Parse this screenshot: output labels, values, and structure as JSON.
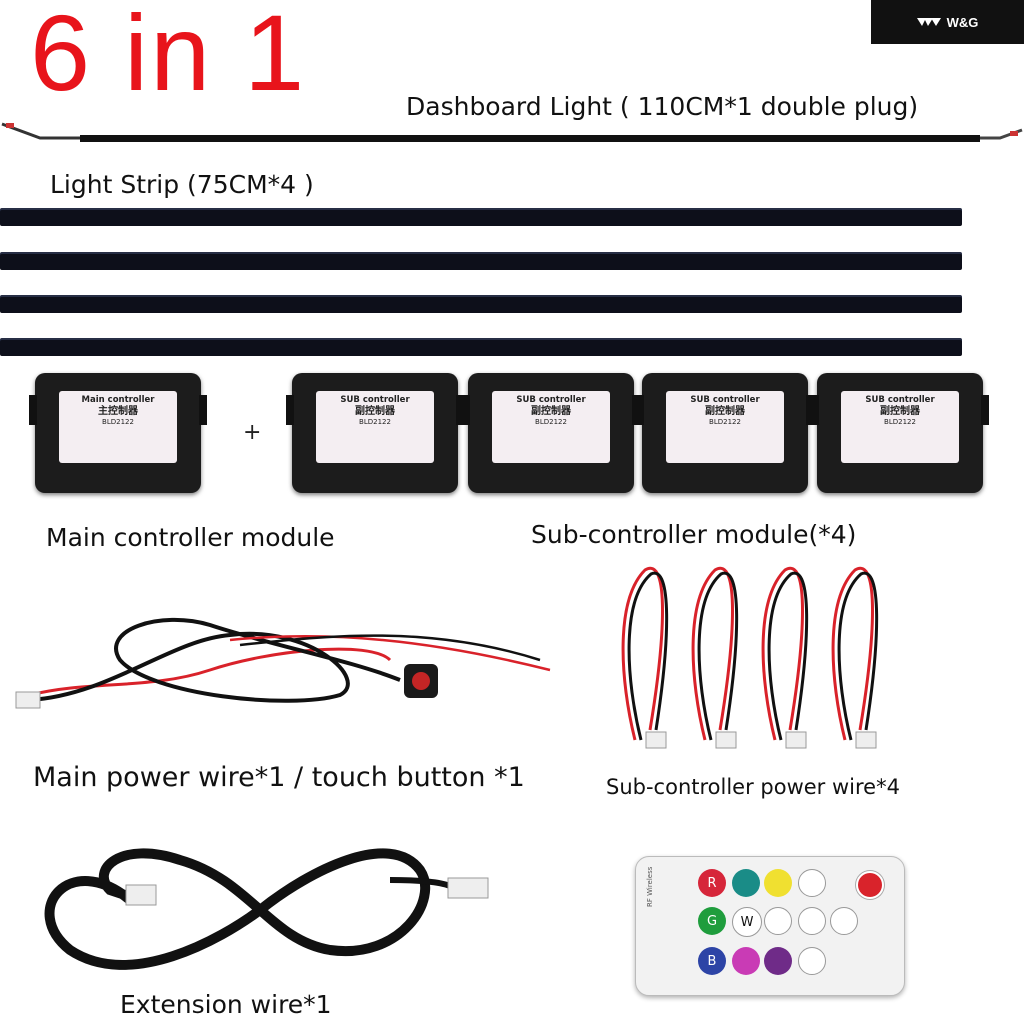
{
  "title": "6 in 1",
  "brand": {
    "name": "W&G",
    "icon": "wings-logo-icon"
  },
  "captions": {
    "dashboard_light": "Dashboard Light ( 110CM*1  double plug)",
    "light_strip": "Light Strip (75CM*4 )",
    "main_controller": "Main controller module",
    "sub_controller": "Sub-controller module(*4)",
    "main_power": "Main power wire*1 / touch button *1",
    "sub_power": "Sub-controller power wire*4",
    "extension": "Extension wire*1"
  },
  "plus_sign": "+",
  "main_module_label": {
    "en": "Main controller",
    "cn": "主控制器"
  },
  "sub_module_label": {
    "en": "SUB controller",
    "cn": "副控制器"
  },
  "module_code": "BLD2122",
  "remote": {
    "brand_text": "RF Wireless",
    "buttons": [
      "R",
      "G",
      "B",
      "W"
    ]
  },
  "colors": {
    "title": "#e8141b",
    "strip": "#0d0f1a",
    "module": "#1c1c1c",
    "wire_red": "#d9222a",
    "wire_black": "#111111"
  }
}
